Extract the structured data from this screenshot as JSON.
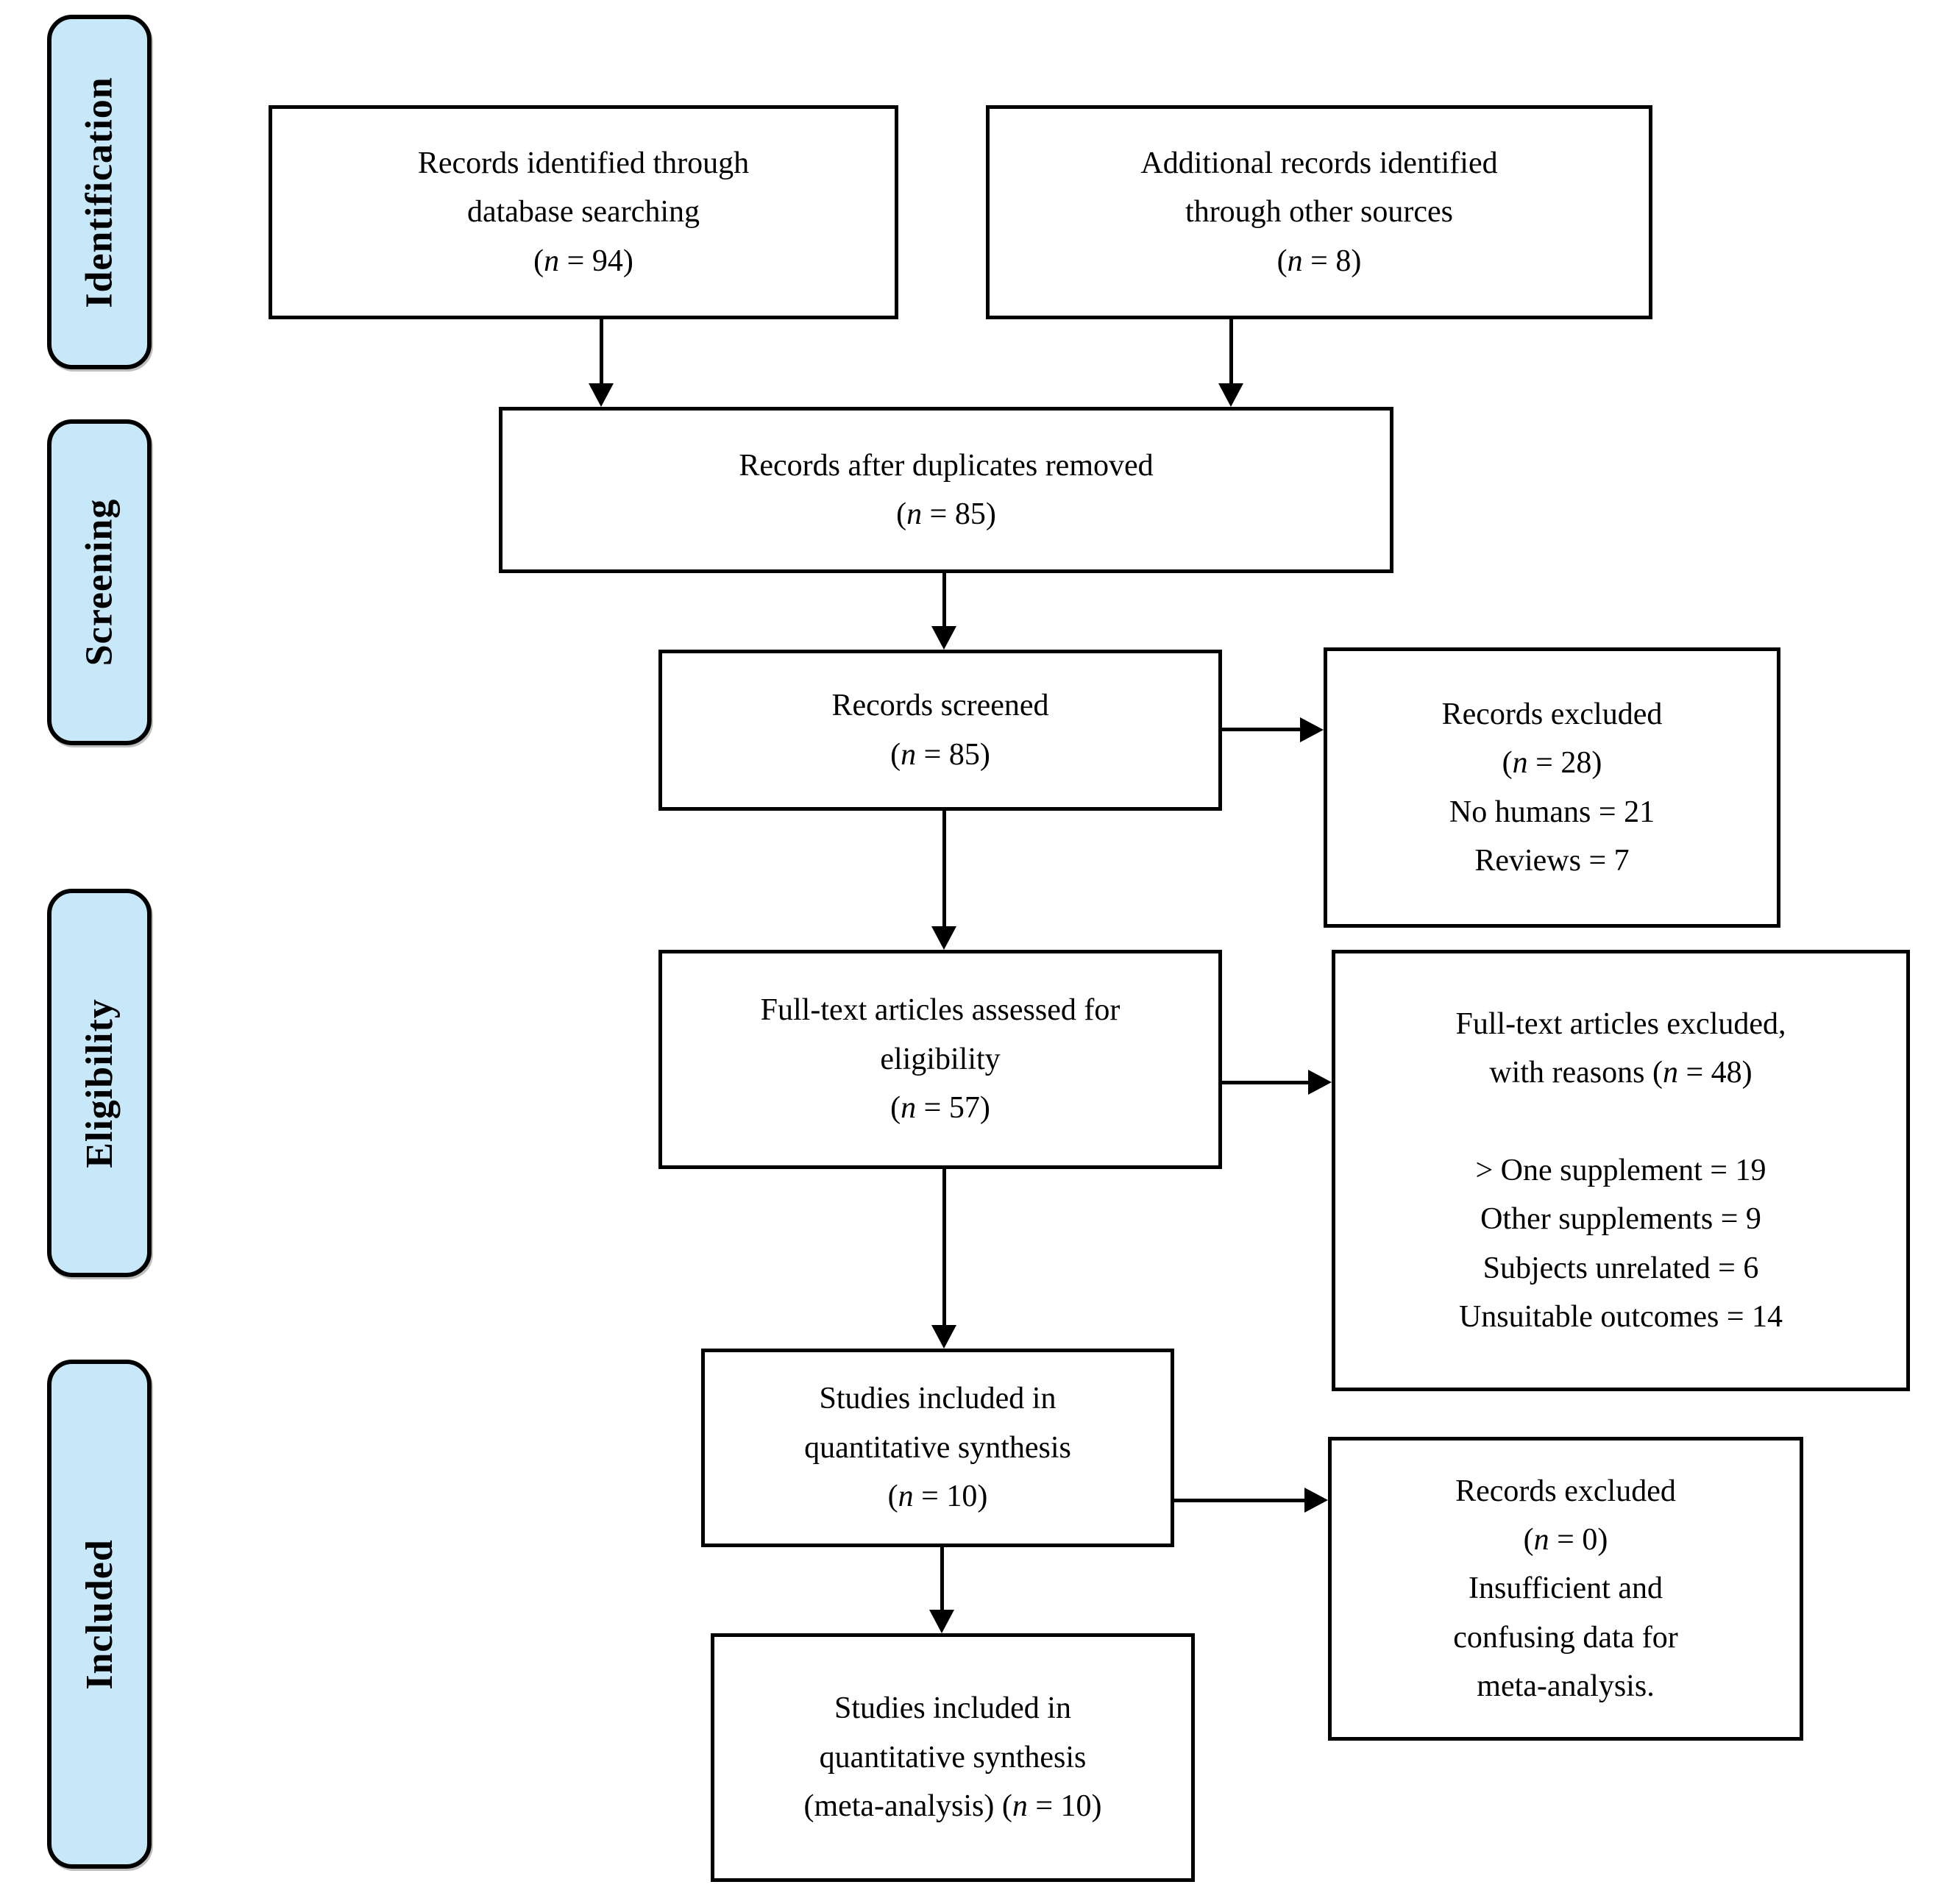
{
  "diagram": {
    "type": "prisma-flow-diagram",
    "accent_color": "#c6e8f9",
    "line_color": "#000000",
    "stages": [
      {
        "label": "Identification"
      },
      {
        "label": "Screening"
      },
      {
        "label": "Eligibility"
      },
      {
        "label": "Included"
      }
    ],
    "boxes": [
      {
        "name": "records-identified-database",
        "lines": [
          "Records identified through",
          "database searching",
          "(n = 94)"
        ]
      },
      {
        "name": "additional-records-other-sources",
        "lines": [
          "Additional records identified",
          "through other sources",
          "(n = 8)"
        ]
      },
      {
        "name": "records-after-duplicates-removed",
        "lines": [
          "Records after duplicates removed",
          "(n = 85)"
        ]
      },
      {
        "name": "records-screened",
        "lines": [
          "Records screened",
          "(n = 85)"
        ]
      },
      {
        "name": "records-excluded-screening",
        "lines": [
          "Records excluded",
          "(n = 28)",
          "No humans = 21",
          "Reviews = 7"
        ]
      },
      {
        "name": "fulltext-articles-assessed",
        "lines": [
          "Full-text articles assessed for",
          "eligibility",
          "(n = 57)"
        ]
      },
      {
        "name": "fulltext-articles-excluded",
        "lines": [
          "Full-text articles excluded,",
          "with reasons (n = 48)",
          "",
          "> One supplement = 19",
          "Other supplements = 9",
          "Subjects unrelated = 6",
          "Unsuitable outcomes = 14"
        ]
      },
      {
        "name": "studies-included-quantitative-synthesis",
        "lines": [
          "Studies included in",
          "quantitative synthesis",
          "(n = 10)"
        ]
      },
      {
        "name": "records-excluded-meta-analysis",
        "lines": [
          "Records excluded",
          "(n = 0)",
          "Insufficient and",
          "confusing data for",
          "meta-analysis."
        ]
      },
      {
        "name": "studies-included-meta-analysis",
        "lines": [
          "Studies included in",
          "quantitative synthesis",
          "(meta-analysis) (n = 10)"
        ]
      }
    ]
  }
}
